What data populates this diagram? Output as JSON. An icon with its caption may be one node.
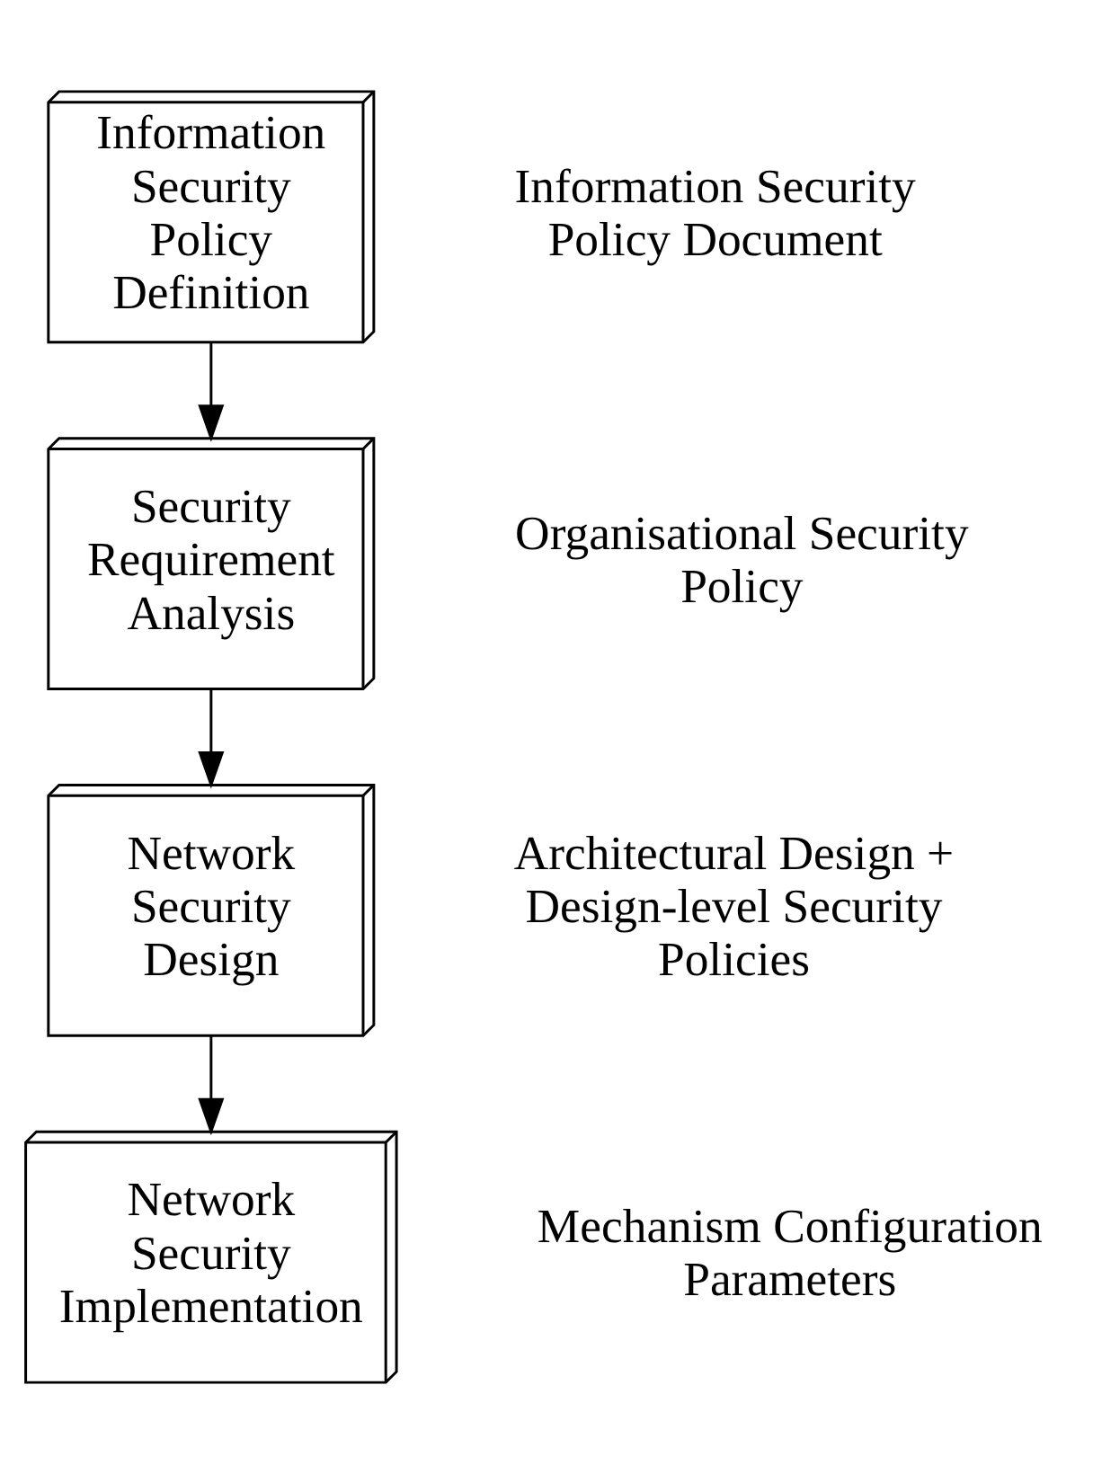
{
  "diagram": {
    "nodes": [
      {
        "text": [
          "Information Security Policy Definition"
        ],
        "beside": [
          "Information Security Policy Document"
        ]
      },
      {
        "text": [
          "Security Requirement Analysis"
        ],
        "beside": [
          "Organisational Security Policy"
        ]
      },
      {
        "text": [
          "Network Security Design"
        ],
        "beside": [
          "Architectural Design + Design-level Security Policies"
        ]
      },
      {
        "text": [
          "Network Security Implementation"
        ],
        "beside": [
          "Mechanism Configuration Parameters"
        ]
      }
    ],
    "edges": [
      {
        "from": 0,
        "to": 1,
        "arrow": "to"
      },
      {
        "from": 1,
        "to": 2,
        "arrow": "to"
      },
      {
        "from": 2,
        "to": 3,
        "arrow": "to"
      }
    ]
  }
}
